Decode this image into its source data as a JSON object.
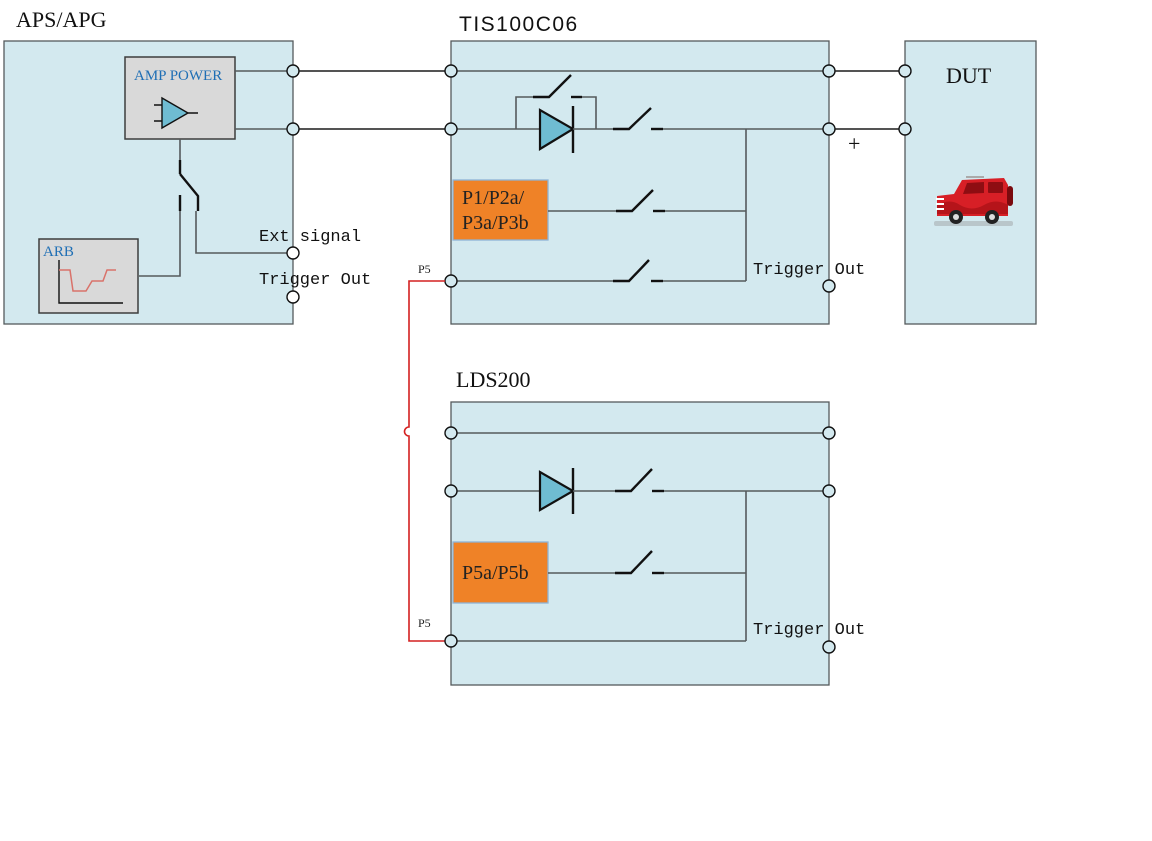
{
  "colors": {
    "panel_fill": "#d3e9ef",
    "module_fill": "#d9d9d9",
    "control_fill": "#ef8227",
    "label_blue": "#1f6fb5",
    "diode_fill": "#6fbcd2",
    "sync_wire": "#d42020",
    "dut_car": "#d71f26"
  },
  "aps_apg": {
    "title": "APS/APG",
    "amp_power": {
      "label": "AMP POWER",
      "icon": "amplifier-icon"
    },
    "arb": {
      "label": "ARB",
      "icon": "waveform-icon"
    },
    "ext_signal_label": "Ext signal",
    "trigger_out_label": "Trigger Out"
  },
  "tis": {
    "title": "TIS100C06",
    "control_label_line1": "P1/P2a/",
    "control_label_line2": "P3a/P3b",
    "p5_label": "P5",
    "trigger_out_label": "Trigger Out"
  },
  "dut": {
    "title": "DUT",
    "plus_label": "+",
    "icon": "car-icon"
  },
  "lds": {
    "title": "LDS200",
    "control_label": "P5a/P5b",
    "p5_label": "P5",
    "trigger_out_label": "Trigger Out"
  }
}
